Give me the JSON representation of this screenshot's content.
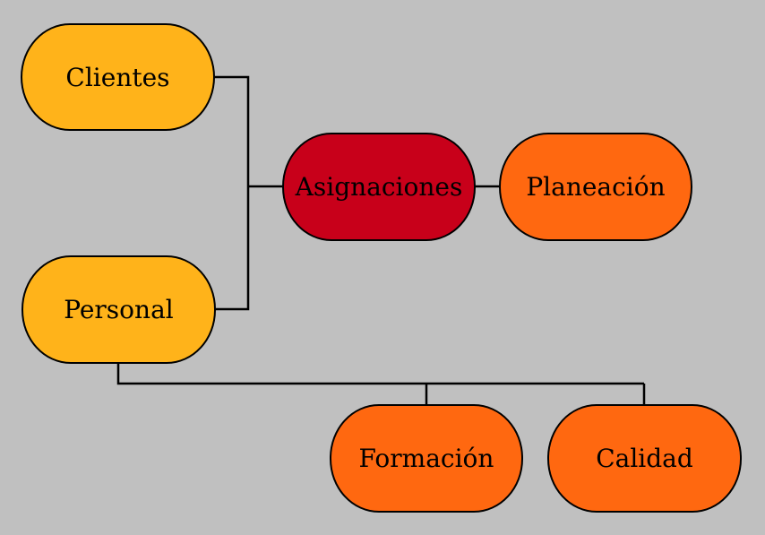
{
  "nodes": {
    "clientes": {
      "label": "Clientes"
    },
    "personal": {
      "label": "Personal"
    },
    "asignaciones": {
      "label": "Asignaciones"
    },
    "planeacion": {
      "label": "Planeación"
    },
    "formacion": {
      "label": "Formación"
    },
    "calidad": {
      "label": "Calidad"
    }
  },
  "colors": {
    "background": "#c0c0c0",
    "primary_fill": "#ffb31a",
    "central_fill": "#c8001a",
    "secondary_fill": "#ff6810",
    "connector": "#000000"
  }
}
